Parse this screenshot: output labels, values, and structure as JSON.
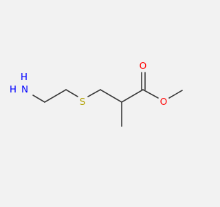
{
  "molecule": {
    "atoms": [
      {
        "id": "N",
        "label": "H",
        "color": "#0000ff"
      },
      {
        "id": "N2",
        "label": "N",
        "color": "#0000ff"
      },
      {
        "id": "H2",
        "label": "H",
        "color": "#0000ff"
      },
      {
        "id": "S",
        "label": "S",
        "color": "#b2a100"
      },
      {
        "id": "O_carbonyl",
        "label": "O",
        "color": "#ff0000"
      },
      {
        "id": "O_ester",
        "label": "O",
        "color": "#ff0000"
      }
    ],
    "bond_color": "#3a3a3a"
  }
}
